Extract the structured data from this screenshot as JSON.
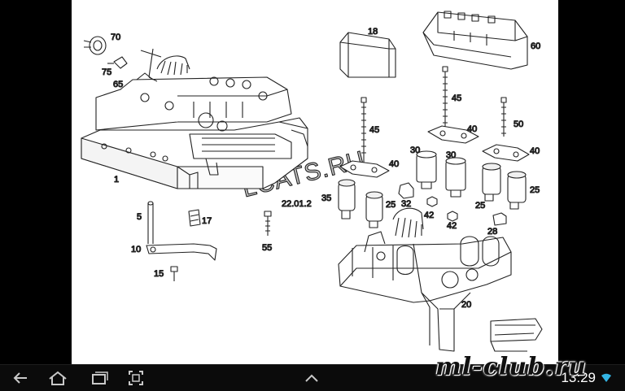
{
  "diagram": {
    "watermark": "LCATS.RU",
    "date_stamp": "22.01.2",
    "part_labels": [
      "70",
      "75",
      "65",
      "1",
      "18",
      "60",
      "45",
      "45",
      "40",
      "50",
      "30",
      "30",
      "40",
      "40",
      "25",
      "25",
      "35",
      "32",
      "42",
      "42",
      "25",
      "28",
      "5",
      "17",
      "10",
      "15",
      "55",
      "20"
    ]
  },
  "nav": {
    "back_icon": "back-arrow-icon",
    "home_icon": "home-icon",
    "recents_icon": "recent-apps-icon",
    "screenshot_icon": "screenshot-icon",
    "up_icon": "chevron-up-icon"
  },
  "status": {
    "time": "13:29",
    "signal_icon": "wifi-signal-icon"
  },
  "brand_watermark": "ml-club.ru"
}
